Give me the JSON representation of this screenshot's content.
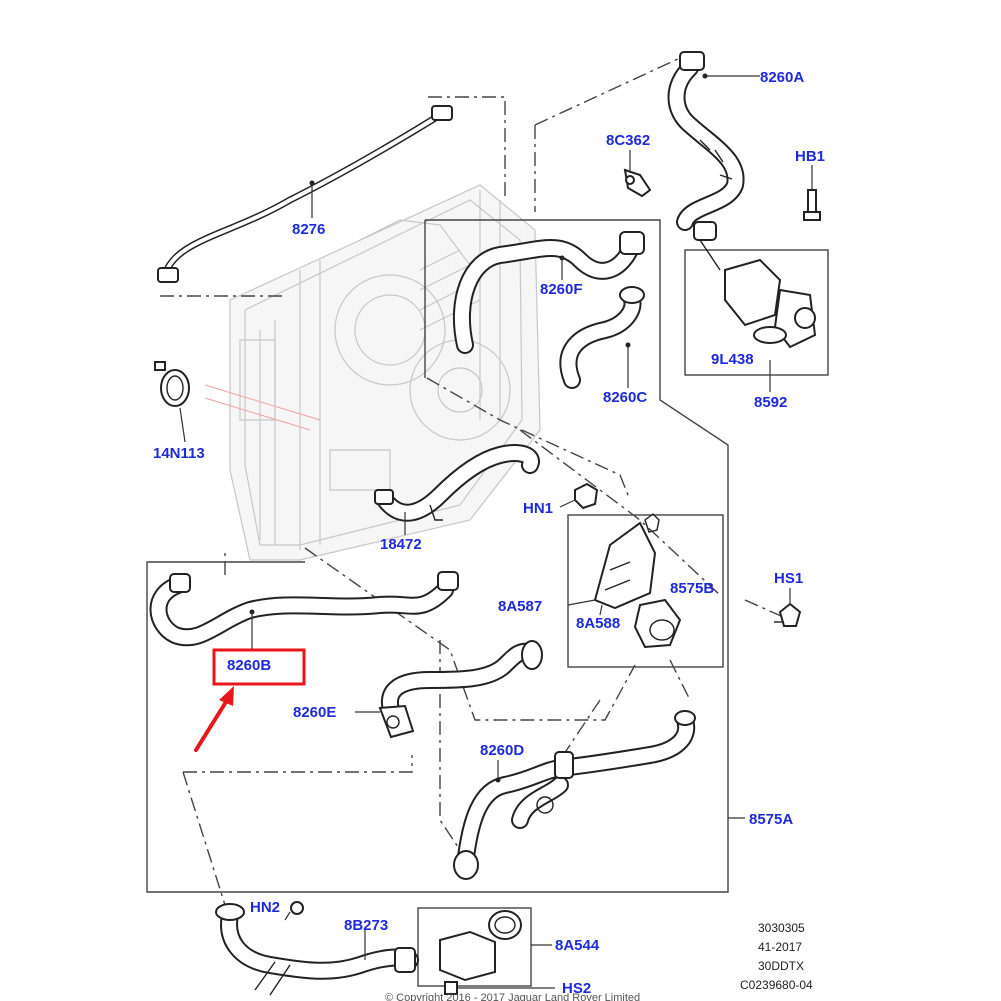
{
  "diagram": {
    "part_labels": {
      "p8260A": "8260A",
      "p8C362": "8C362",
      "pHB1": "HB1",
      "p8276": "8276",
      "p8260F": "8260F",
      "p9L438": "9L438",
      "p8592": "8592",
      "p8260C": "8260C",
      "p14N113": "14N113",
      "pHN1": "HN1",
      "p18472": "18472",
      "pHS1": "HS1",
      "p8A587": "8A587",
      "p8575B": "8575B",
      "p8A588": "8A588",
      "p8260B": "8260B",
      "p8260E": "8260E",
      "p8260D": "8260D",
      "p8575A": "8575A",
      "pHN2": "HN2",
      "p8B273": "8B273",
      "p8A544": "8A544",
      "pHS2": "HS2"
    },
    "highlighted_part": "8260B",
    "highlight_color": "#e8161b",
    "label_color": "#1d2bd8",
    "meta": {
      "line1": "3030305",
      "line2": "41-2017",
      "line3": "30DDTX",
      "line4": "C0239680-04"
    },
    "copyright": "© Copyright 2016 - 2017 Jaguar Land Rover Limited"
  }
}
